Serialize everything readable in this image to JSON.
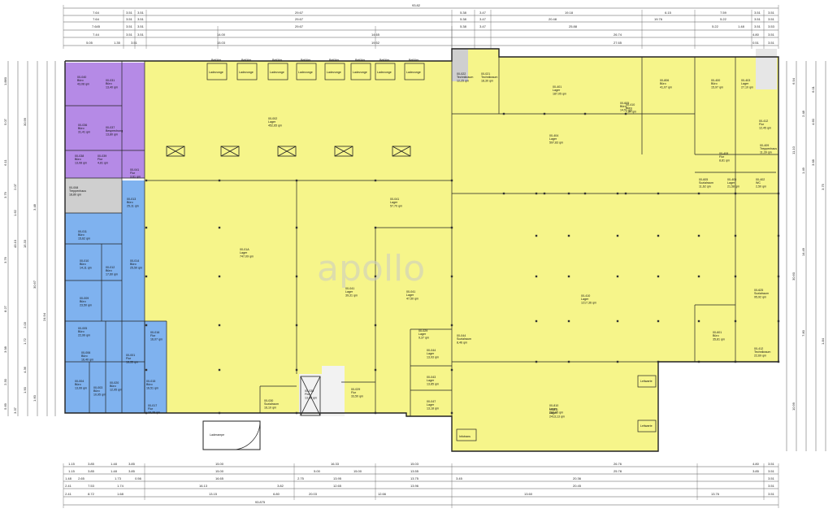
{
  "watermark": "apollo",
  "colors": {
    "storage": "#f6f58a",
    "office_purple": "#b58ae6",
    "office_blue": "#7fb2ef",
    "service_grey": "#cfcfcf",
    "wall": "#222222",
    "column": "#333333",
    "dim_line": "#555555"
  },
  "overall_width": "93.82",
  "top_dims": {
    "row1": [
      "7.64",
      "3.51",
      "3.51",
      "29.67",
      "5.38",
      "3.47",
      "19.18",
      "6.15",
      "7.59",
      "3.51",
      "3.51"
    ],
    "row2": [
      "7.64",
      "3.51",
      "3.51",
      "29.67",
      "5.38",
      "3.47",
      "20.48",
      "19.76",
      "5.22",
      "3.51",
      "3.51"
    ],
    "row3": [
      "7.645",
      "3.51",
      "3.51",
      "29.67",
      "5.38",
      "3.47",
      "25.88",
      "5.22",
      "1.48",
      "3.51",
      "3.53"
    ],
    "row4": [
      "7.44",
      "3.51",
      "3.51",
      "14.00",
      "14.65",
      "26.74",
      "4.80",
      "3.51"
    ],
    "row5": [
      "5.05",
      "1.35",
      "3.51",
      "15.03",
      "19.52",
      "27.65",
      "0.51",
      "3.51"
    ]
  },
  "bottom_dims": {
    "row1": [
      "1.15",
      "3.85",
      "1.48",
      "3.85",
      "15.00",
      "16.33",
      "15.03",
      "26.76",
      "4.80",
      "3.51"
    ],
    "row2": [
      "1.15",
      "3.85",
      "1.48",
      "3.85",
      "15.00",
      "5.00",
      "15.00",
      "13.55",
      "25.78",
      "3.85",
      "3.51"
    ],
    "row3": [
      "1.48",
      "2.65",
      "1.73",
      "0.56",
      "16.65",
      "2.75",
      "13.95",
      "13.75",
      "3.45",
      "20.36",
      "3.51"
    ],
    "row4": [
      "2.41",
      "7.53",
      "1.74",
      "16.13",
      "3.82",
      "12.65",
      "13.96",
      "20.45",
      "3.51"
    ],
    "row5": [
      "2.41",
      "8.72",
      "1.68",
      "13.15",
      "6.80",
      "20.03",
      "12.66",
      "13.60",
      "13.76",
      "3.51"
    ],
    "total": "93.875"
  },
  "left_dims": [
    "1.880",
    "5.07",
    "30.99",
    "6.11",
    "2.07",
    "3.79",
    "1.62",
    "3.48",
    "15.33",
    "3.76",
    "30.67",
    "43.10",
    "8.27",
    "2.03",
    "1.72",
    "3.98",
    "24.94",
    "4.36",
    "2.30",
    "1.90",
    "1.60",
    "5.69",
    "3.37"
  ],
  "right_dims": [
    "6.94",
    "6.01",
    "2.48",
    "4.60",
    "11.10",
    "1.49",
    "3.68",
    "3.75",
    "14.49",
    "30.60",
    "1.84",
    "7.80",
    "10.99"
  ],
  "rooms": {
    "r1": {
      "no": "00-040",
      "name": "Büro",
      "area": "43,08 qm"
    },
    "r2": {
      "no": "00-031",
      "name": "Büro",
      "area": "13,40 qm"
    },
    "r3": {
      "no": "00-036",
      "name": "Büro",
      "area": "31,41 qm"
    },
    "r4": {
      "no": "00-037",
      "name": "Besprechung",
      "area": "13,80 qm"
    },
    "r5": {
      "no": "00-038",
      "name": "Büro",
      "area": "13,08 qm"
    },
    "r6": {
      "no": "00-039",
      "name": "Flur",
      "area": "4,81 qm"
    },
    "r7": {
      "no": "00-041",
      "name": "Flur",
      "area": "3,61 qm"
    },
    "r8": {
      "no": "00-002",
      "name": "Lager",
      "area": "452,65 qm"
    },
    "r9": {
      "no": "00-008",
      "name": "Treppenhaus",
      "area": "18,80 qm"
    },
    "r10": {
      "no": "00-013",
      "name": "Büro",
      "area": "25,11 qm"
    },
    "r11": {
      "no": "00-011",
      "name": "Büro",
      "area": "15,62 qm"
    },
    "r12": {
      "no": "00-010",
      "name": "Büro",
      "area": "14,11 qm"
    },
    "r13": {
      "no": "00-012",
      "name": "Büro",
      "area": "17,60 qm"
    },
    "r14": {
      "no": "00-009",
      "name": "Büro",
      "area": "23,50 qm"
    },
    "r15": {
      "no": "00-014",
      "name": "Büro",
      "area": "25,50 qm"
    },
    "r16": {
      "no": "00-005",
      "name": "Büro",
      "area": "22,99 qm"
    },
    "r17": {
      "no": "00-006",
      "name": "Büro",
      "area": "16,40 qm"
    },
    "r18": {
      "no": "00-004",
      "name": "Büro",
      "area": "13,99 qm"
    },
    "r19": {
      "no": "00-003",
      "name": "Büro",
      "area": "10,95 qm"
    },
    "r20": {
      "no": "00-020",
      "name": "Büro",
      "area": "12,95 qm"
    },
    "r21": {
      "no": "00-015",
      "name": "Büro",
      "area": "16,51 qm"
    },
    "r22": {
      "no": "00-016",
      "name": "Flur",
      "area": "16,07 qm"
    },
    "r23": {
      "no": "00-001",
      "name": "Flur",
      "area": "18,35 qm"
    },
    "r24": {
      "no": "00-017",
      "name": "Flur",
      "area": "10,78 qm"
    },
    "r25": {
      "no": "00-01A",
      "name": "Lager",
      "area": "747,09 qm"
    },
    "r26": {
      "no": "00-041",
      "name": "Lager",
      "area": "57,70 qm"
    },
    "r27": {
      "no": "00-041",
      "name": "Lager",
      "area": "39,31 qm"
    },
    "r28": {
      "no": "00-041",
      "name": "Lager",
      "area": "47,50 qm"
    },
    "r29": {
      "no": "00-030",
      "name": "Sozialraum",
      "area": "16,10 qm"
    },
    "r30": {
      "no": "00-030",
      "name": "Flur",
      "area": "13,88 qm"
    },
    "r31": {
      "no": "00-029",
      "name": "Flur",
      "area": "33,50 qm"
    },
    "r32": {
      "no": "00-029",
      "name": "Lager",
      "area": "9,37 qm"
    },
    "r33": {
      "no": "00-044",
      "name": "Sozialraum",
      "area": "8,46 qm"
    },
    "r34": {
      "no": "00-044",
      "name": "Lager",
      "area": "13,93 qm"
    },
    "r35": {
      "no": "00-043",
      "name": "Lager",
      "area": "13,85 qm"
    },
    "r36": {
      "no": "00-047",
      "name": "Lager",
      "area": "13,18 qm"
    },
    "r37": {
      "no": "00-810",
      "name": "Lager",
      "area": "387,95 qm"
    },
    "r38": {
      "no": "00-605",
      "name": "Büro",
      "area": "14,51 qm"
    },
    "r39": {
      "no": "00-022",
      "name": "Technikraum",
      "area": "12,25 qm"
    },
    "r40": {
      "no": "00-021",
      "name": "Technikraum",
      "area": "18,30 qm"
    },
    "r41": {
      "no": "00-401",
      "name": "Lager",
      "area": "187,05 qm"
    },
    "r42": {
      "no": "00-806",
      "name": "Büro",
      "area": "41,07 qm"
    },
    "r43": {
      "no": "00-400",
      "name": "Büro",
      "area": "15,97 qm"
    },
    "r44": {
      "no": "00-403",
      "name": "Lager",
      "area": "27,10 qm"
    },
    "r45": {
      "no": "00-404",
      "name": "Lager",
      "area": "597,83 qm"
    },
    "r46": {
      "no": "00-410",
      "name": "Büro",
      "area": "7,84 qm"
    },
    "r47": {
      "no": "00-412",
      "name": "Flur",
      "area": "12,45 qm"
    },
    "r48": {
      "no": "00-605",
      "name": "Sozialraum",
      "area": "11,62 qm"
    },
    "r49": {
      "no": "00-405",
      "name": "Lager",
      "area": "21,58 qm"
    },
    "r50": {
      "no": "00-402",
      "name": "WC",
      "area": "2,50 qm"
    },
    "r51": {
      "no": "00-408",
      "name": "Flur",
      "area": "8,81 qm"
    },
    "r52": {
      "no": "00-409",
      "name": "Treppenhaus",
      "area": "11,39 qm"
    },
    "r53": {
      "no": "00-410",
      "name": "Lager",
      "area": "1217,36 qm"
    },
    "r54": {
      "no": "00-601",
      "name": "Büro",
      "area": "35,81 qm"
    },
    "r55": {
      "no": "00-625",
      "name": "Sozialraum",
      "area": "95,92 qm"
    },
    "r56": {
      "no": "00-412",
      "name": "Technikraum",
      "area": "22,69 qm"
    },
    "r57": {
      "no": "00-411",
      "name": "Lager",
      "area": "2413,13 qm"
    }
  },
  "labels": {
    "loading": "Ladezunge",
    "dock": "Laderampe",
    "fill": "Befüller",
    "entrance": "Eingang",
    "leitwarte": "Leitwarte",
    "infotrans": "Infotrans",
    "treppenaufgang": "Treppenhaus"
  }
}
